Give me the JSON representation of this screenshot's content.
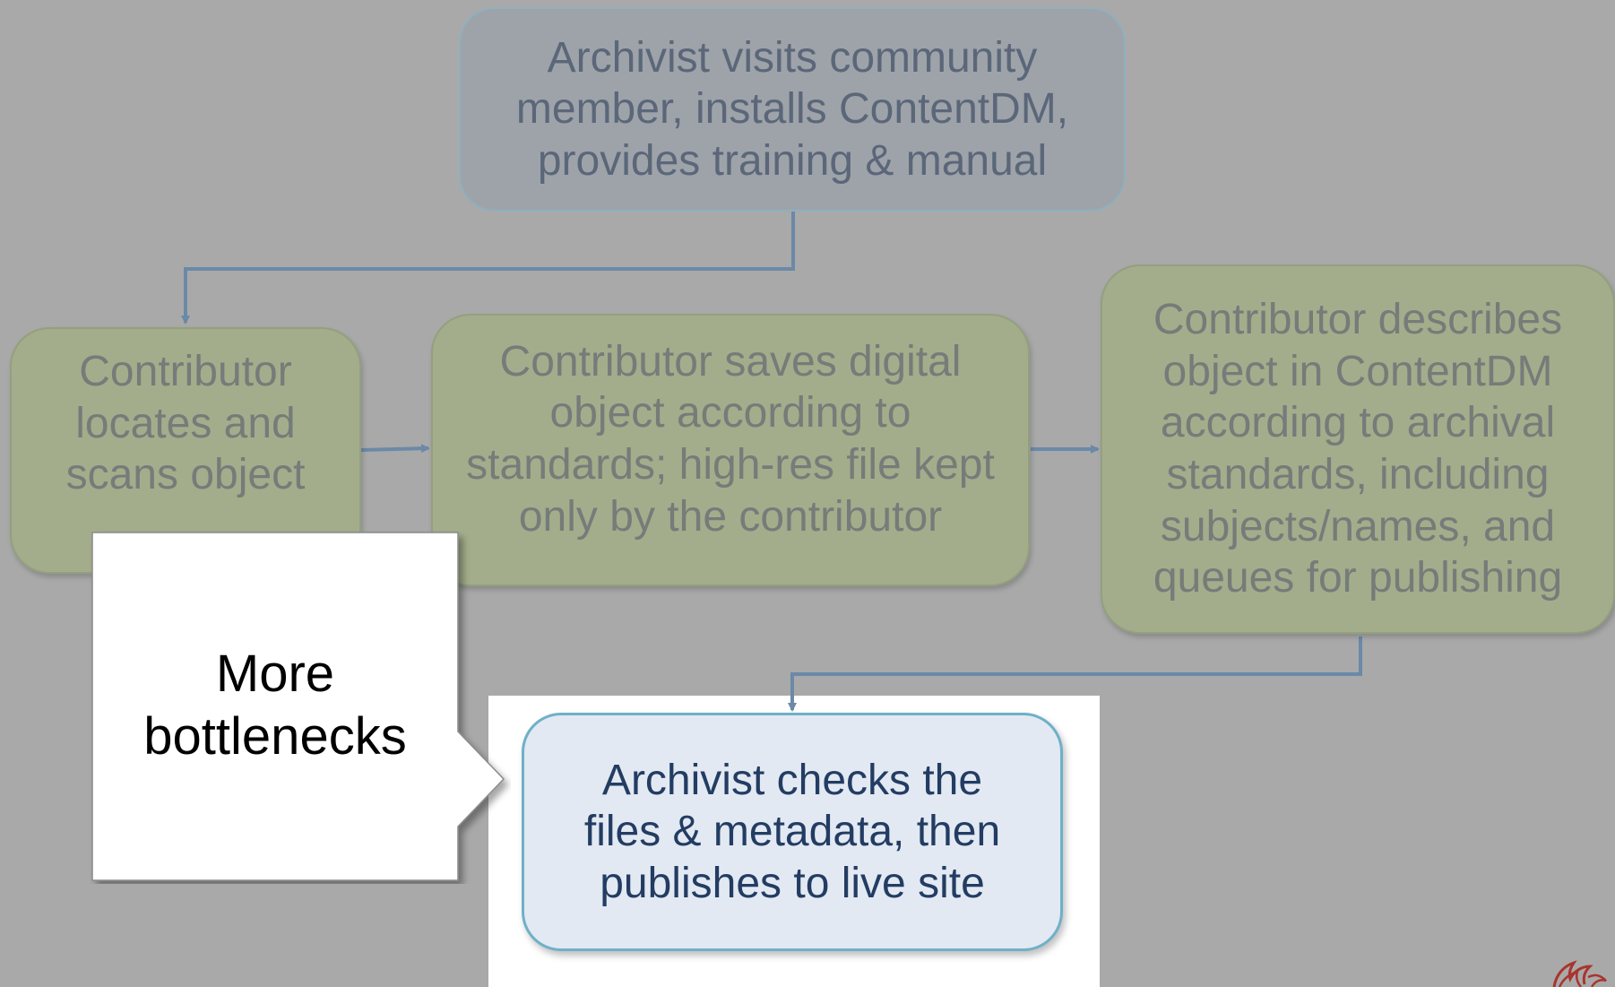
{
  "diagram": {
    "step_install": "Archivist visits community member, installs ContentDM, provides training & manual",
    "step_scan": "Contributor locates and scans object",
    "step_save": "Contributor saves digital object according to standards; high-res file kept only by the contributor",
    "step_describe": "Contributor describes object in ContentDM according to archival standards, including subjects/names, and queues for publishing",
    "step_publish": "Archivist checks the files & metadata, then publishes to live site"
  },
  "callout": {
    "text": "More bottlenecks"
  },
  "colors": {
    "background": "#a9a9a9",
    "connector": "#6b89a8",
    "gray_box": "#9ea3aa",
    "green_box": "#a3ad8b",
    "highlight_box": "#e2e9f2",
    "highlight_text": "#233c63",
    "logo": "#a8352e"
  },
  "icons": {
    "logo": "university-seal-logo"
  }
}
